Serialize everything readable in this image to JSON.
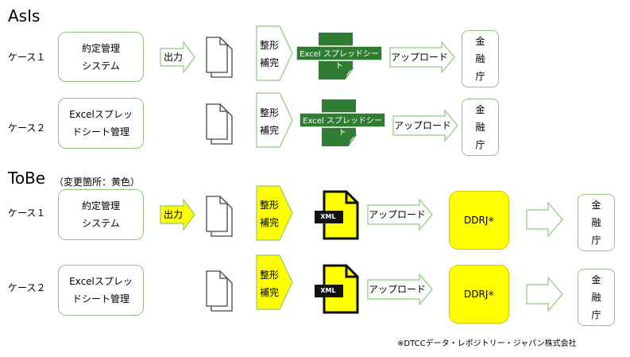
{
  "asis": {
    "title": "AsIs",
    "case1": {
      "label": "ケース１",
      "system": "約定管理\nシステム",
      "output": "出力",
      "format": "整形\n補完",
      "sheet": "Excel スプレッドシート",
      "upload": "アップロード",
      "agency": "金\n融\n庁"
    },
    "case2": {
      "label": "ケース２",
      "system": "Excelスプレッ\nドシート管理",
      "format": "整形\n補完",
      "sheet": "Excel スプレッドシート",
      "upload": "アップロード",
      "agency": "金\n融\n庁"
    }
  },
  "tobe": {
    "title": "ToBe",
    "subtitle": "（変更箇所：黄色）",
    "case1": {
      "label": "ケース１",
      "system": "約定管理\nシステム",
      "output": "出力",
      "format": "整形\n補完",
      "xml": "XML",
      "upload": "アップロード",
      "ddrj": "DDRJ",
      "ddrj_mark": "※",
      "agency": "金\n融\n庁"
    },
    "case2": {
      "label": "ケース２",
      "system": "Excelスプレッ\nドシート管理",
      "format": "整形\n補完",
      "xml": "XML",
      "upload": "アップロード",
      "ddrj": "DDRJ",
      "ddrj_mark": "※",
      "agency": "金\n融\n庁"
    }
  },
  "footnote": "※DTCCデータ・レポジトリー・ジャパン株式会社",
  "colors": {
    "green_border": "#92c47d",
    "excel_green": "#2e7d32",
    "highlight_yellow": "#ffff00",
    "ddrj_border": "#d6c400"
  }
}
